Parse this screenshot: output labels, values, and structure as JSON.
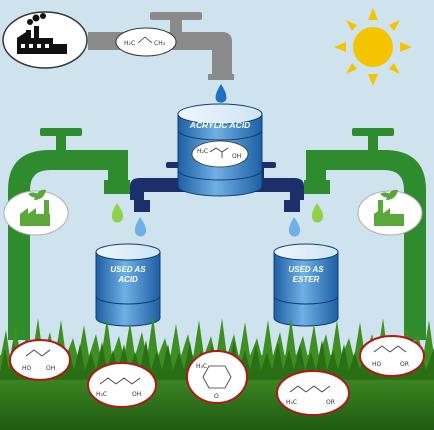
{
  "barrels": {
    "main": {
      "label": "ACRYLIC ACID"
    },
    "left": {
      "label_line1": "USED AS",
      "label_line2": "ACID"
    },
    "right": {
      "label_line1": "USED AS",
      "label_line2": "ESTER"
    }
  },
  "top_molecule": {
    "left": "H₂C",
    "right": "CH₃"
  },
  "acrylic_molecule": {
    "ch2": "H₂C",
    "oh": "OH"
  },
  "grass_molecules": [
    {
      "a": "HO",
      "b": "OH"
    },
    {
      "a": "H₃C",
      "b": "OH"
    },
    {
      "a": "H₃C",
      "b": "O"
    },
    {
      "a": "H₃C",
      "b": "OR"
    },
    {
      "a": "HO",
      "b": "OR"
    }
  ],
  "icons": {
    "top_left": "factory-icon",
    "left_bubble": "green-factory-icon",
    "right_bubble": "green-factory-icon",
    "sun": "sun-icon"
  },
  "colors": {
    "sky": "#cfe3ef",
    "grey_pipe": "#8a8a8a",
    "green_pipe": "#2e8b2e",
    "navy_pipe": "#1d2f6b",
    "barrel_blue": "#2f80c8",
    "grass": "#2f7d1c",
    "bubble_outline": "#b01818",
    "sun": "#f5c400"
  }
}
